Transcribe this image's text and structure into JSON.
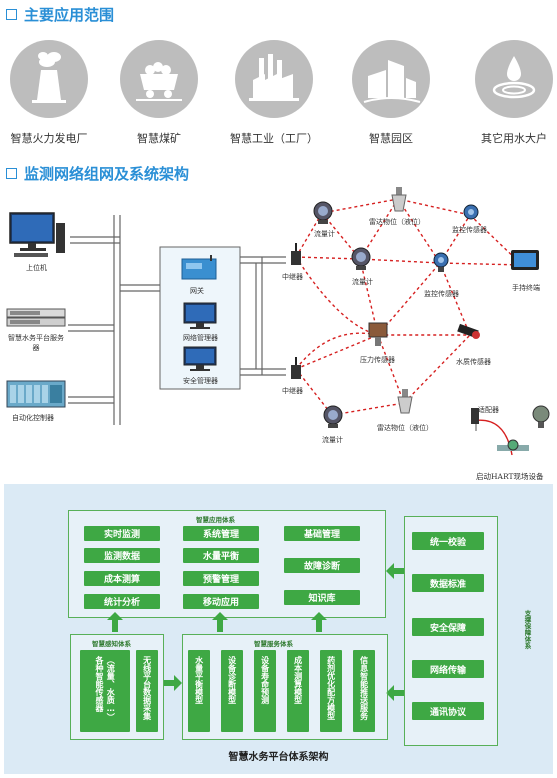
{
  "section1": {
    "title": "主要应用范围"
  },
  "applications": [
    {
      "label": "智慧火力发电厂",
      "icon": "power-plant-icon"
    },
    {
      "label": "智慧煤矿",
      "icon": "coal-cart-icon"
    },
    {
      "label": "智慧工业（工厂）",
      "icon": "factory-icon"
    },
    {
      "label": "智慧园区",
      "icon": "buildings-icon"
    },
    {
      "label": "其它用水大户",
      "icon": "water-drop-icon"
    }
  ],
  "section2": {
    "title": "监测网络组网及系统架构"
  },
  "network": {
    "host_pc": "上位机",
    "server": "智慧水务平台服务器",
    "plc": "自动化控制器",
    "gateway": "网关",
    "net_manager": "网络管理器",
    "security_manager": "安全管理器",
    "repeater1": "中继器",
    "repeater2": "中继器",
    "flow_meter1": "流量计",
    "radar_level1": "雷达物位（液位）",
    "monitor_sensor1": "监控传感器",
    "flow_meter2": "流量计",
    "monitor_sensor2": "监控传感器",
    "handheld": "手持终端",
    "pressure_sensor": "压力传感器",
    "water_quality_sensor": "水质传感器",
    "adapter": "适配器",
    "flow_meter3": "流量计",
    "radar_level2": "雷达物位（液位）",
    "hart_device": "启动HART现场设备"
  },
  "arch": {
    "app_system": {
      "title": "智慧应用体系",
      "col1": [
        "实时监测",
        "监测数据",
        "成本测算",
        "统计分析"
      ],
      "col2": [
        "系统管理",
        "水量平衡",
        "预警管理",
        "移动应用"
      ],
      "col3": [
        "基础管理",
        "故障诊断",
        "知识库"
      ]
    },
    "sense_system": {
      "title": "智慧感知体系",
      "items": [
        "各种智能传感器",
        "（流量、水质…）",
        "无线平台数据采集"
      ]
    },
    "service_system": {
      "title": "智慧服务体系",
      "items": [
        "水量平衡模型",
        "设备诊断模型",
        "设备寿命预测",
        "成本测算模型",
        "药剂优化配方模型",
        "信息智能推送服务"
      ]
    },
    "support_system": {
      "title": "支撑保障体系",
      "items": [
        "统一校验",
        "数据标准",
        "安全保障",
        "网络传输",
        "通讯协议"
      ]
    },
    "caption": "智慧水务平台体系架构"
  }
}
